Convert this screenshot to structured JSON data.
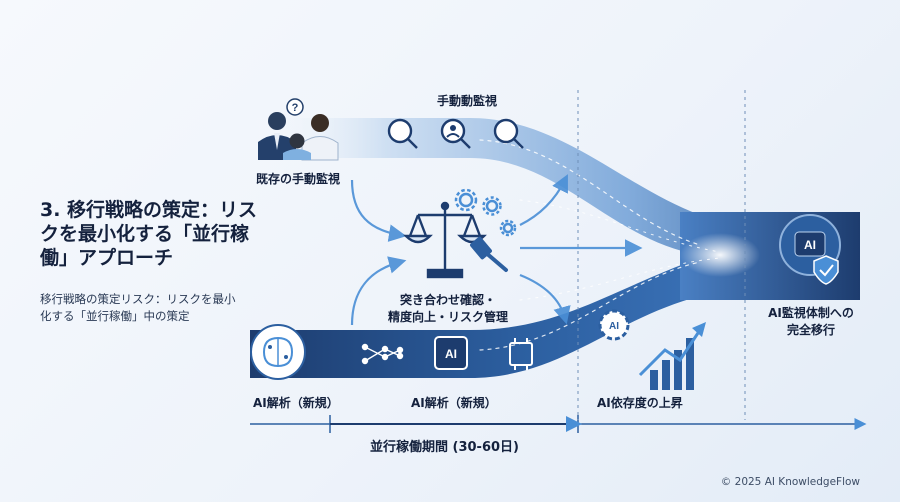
{
  "title": "3. 移行戦略の策定：リスクを最小化する「並行稼働」アプローチ",
  "subtitle": "移行戦略の策定リスク：リスクを最小化する「並行稼働」中の策定",
  "labels": {
    "manual_monitoring": "手動動監視",
    "existing_manual": "既存の手動監視",
    "center_line1": "突き合わせ確認・",
    "center_line2": "精度向上・リスク管理",
    "ai_new": "AI解析（新規）",
    "ai_new_mid": "AI解析（新規）",
    "ai_dependency": "AI依存度の上昇",
    "final_line1": "AI監視体制への",
    "final_line2": "完全移行",
    "parallel_period": "並行稼働期間 (30-60日)",
    "ai_badge": "AI",
    "ai_badge_mid": "AI",
    "ai_badge_gear": "AI",
    "question_mark": "?"
  },
  "footer": "© 2025 AI KnowledgeFlow",
  "colors": {
    "band": "#2c5fa0",
    "band_light": "#8fb2dc",
    "accent": "#4a8fd6",
    "dark": "#1d3c6e"
  }
}
